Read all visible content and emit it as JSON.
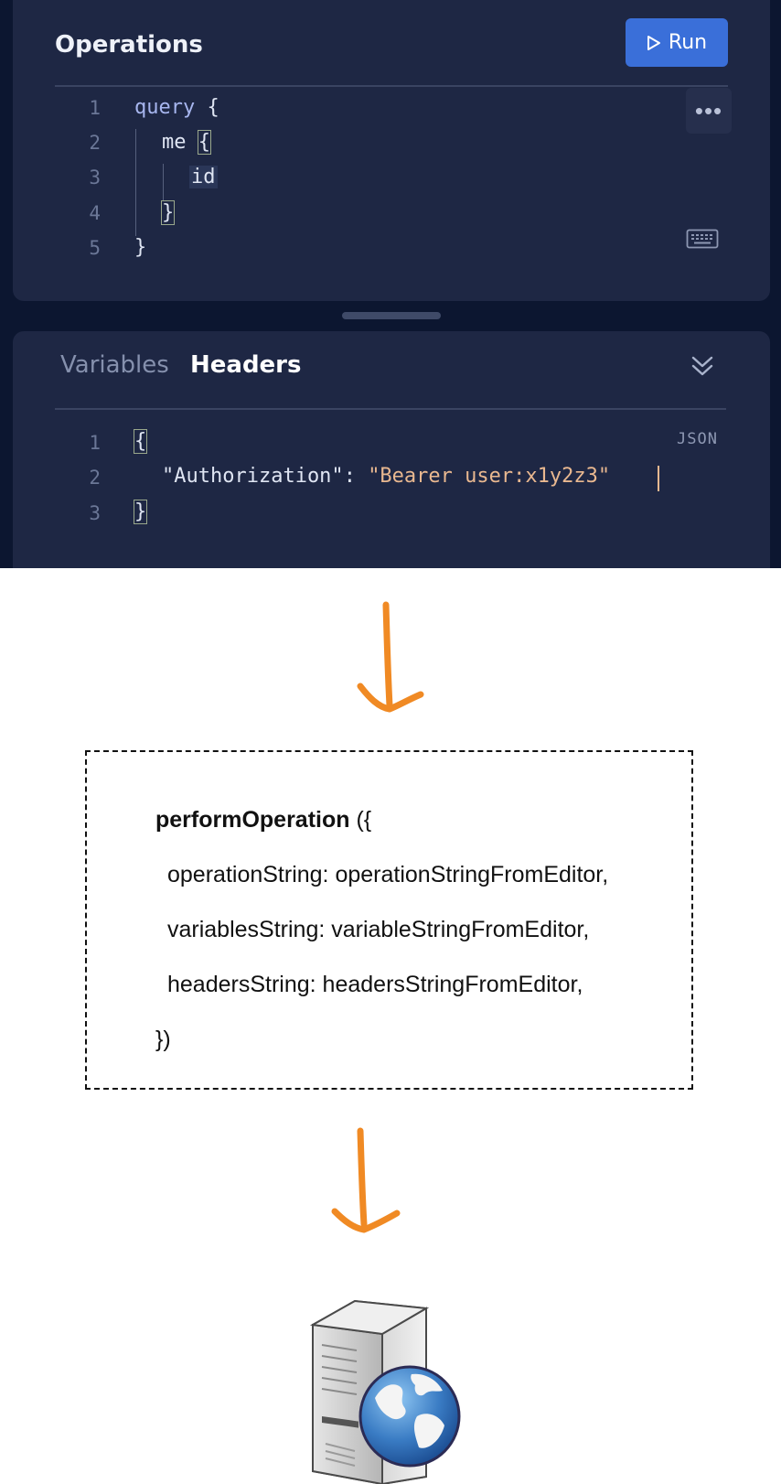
{
  "operations_panel": {
    "title": "Operations",
    "run_label": "Run",
    "more_label": "•••",
    "line_numbers": [
      "1",
      "2",
      "3",
      "4",
      "5"
    ],
    "code": {
      "l1_keyword": "query",
      "l1_brace": "{",
      "l2_field": "me",
      "l2_brace": "{",
      "l3_field": "id",
      "l4_brace": "}",
      "l5_brace": "}"
    }
  },
  "variables_panel": {
    "tabs": [
      {
        "label": "Variables",
        "active": false
      },
      {
        "label": "Headers",
        "active": true
      }
    ],
    "format_label": "JSON",
    "line_numbers": [
      "1",
      "2",
      "3"
    ],
    "code": {
      "l1_brace": "{",
      "l2_key": "\"Authorization\"",
      "l2_colon": ":",
      "l2_value": "\"Bearer user:x1y2z3",
      "l2_value_end": "\"",
      "l3_brace": "}"
    }
  },
  "function_call": {
    "name": "performOperation",
    "open": " ({",
    "args": [
      "operationString: operationStringFromEditor,",
      "variablesString: variableStringFromEditor,",
      "headersString: headersStringFromEditor,"
    ],
    "close": "})"
  },
  "colors": {
    "dark_bg": "#0c1630",
    "panel_bg": "#1e2744",
    "run_button": "#3a6fd9",
    "arrow": "#f08a24",
    "string": "#e9b890",
    "keyword": "#a7b6ef"
  },
  "icons": [
    "play-icon",
    "more-icon",
    "keyboard-icon",
    "collapse-chevrons-icon",
    "arrow-down-icon",
    "web-server-globe-icon"
  ]
}
